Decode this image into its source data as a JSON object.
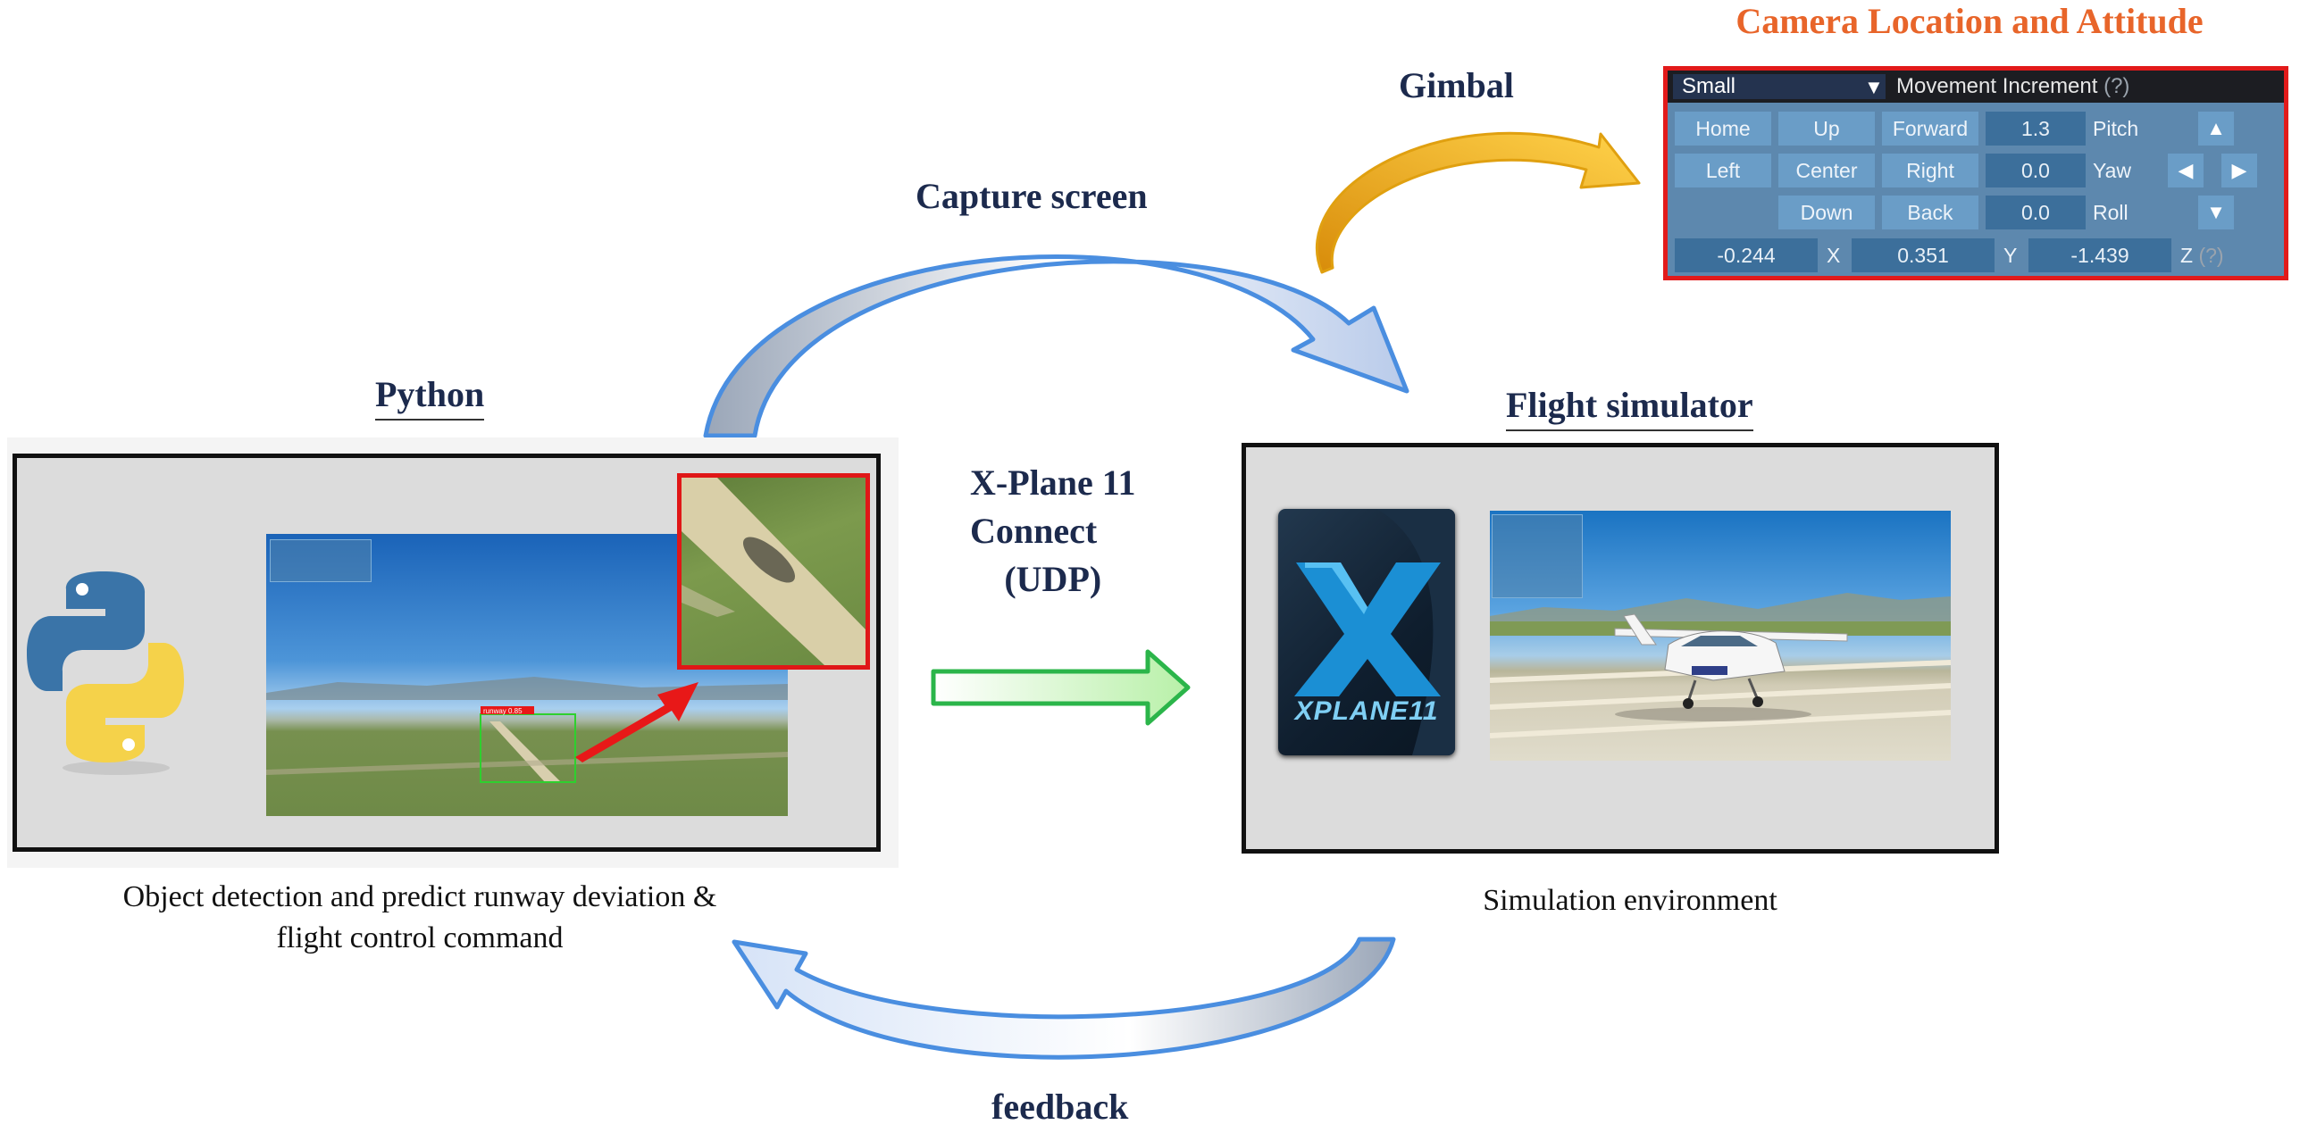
{
  "camera_panel": {
    "title": "Camera Location and Attitude",
    "size_value": "Small",
    "movement_increment_label": "Movement Increment",
    "help_mark": "(?)",
    "buttons": {
      "home": "Home",
      "up": "Up",
      "forward": "Forward",
      "left": "Left",
      "center": "Center",
      "right": "Right",
      "down": "Down",
      "back": "Back"
    },
    "attitude": [
      {
        "label": "Pitch",
        "value": "1.3"
      },
      {
        "label": "Yaw",
        "value": "0.0"
      },
      {
        "label": "Roll",
        "value": "0.0"
      }
    ],
    "position": {
      "x_value": "-0.244",
      "x_label": "X",
      "y_value": "0.351",
      "y_label": "Y",
      "z_value": "-1.439",
      "z_label": "Z"
    },
    "icons": {
      "dropdown": "triangle-down",
      "pitch": "arrow-up",
      "yaw_left": "arrow-left",
      "yaw_right": "arrow-right",
      "roll": "arrow-down"
    }
  },
  "labels": {
    "gimbal": "Gimbal",
    "capture_screen": "Capture screen",
    "python": "Python",
    "flight_simulator": "Flight simulator",
    "xplane_line1": "X-Plane 11",
    "xplane_line2": "Connect",
    "xplane_line3": "(UDP)",
    "feedback": "feedback",
    "python_caption_line1": "Object detection and predict runway deviation &",
    "python_caption_line2": "flight control command",
    "fs_caption": "Simulation environment",
    "xplane_logo": "XPLANE11",
    "detection_tag": "runway 0.85"
  },
  "colors": {
    "title_orange": "#e8652a",
    "heading_navy": "#1c2a4d",
    "panel_red": "#e21a1a",
    "arrow_blue": "#4a8ee0",
    "arrow_gold": "#f2b01e",
    "arrow_green": "#2bb54a",
    "pointer_red": "#e81818"
  }
}
